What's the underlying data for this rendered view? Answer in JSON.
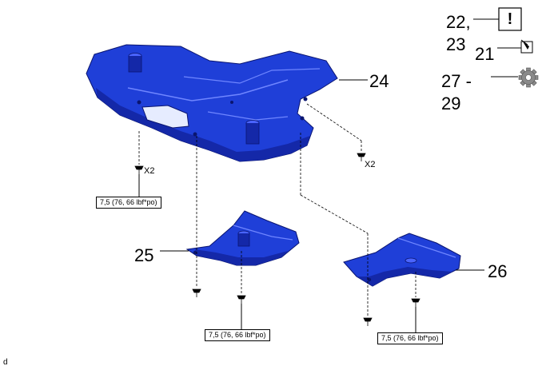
{
  "colors": {
    "part_fill": "#1f3fd8",
    "part_shade": "#1428a8",
    "part_dark": "#0a1570",
    "line": "#000000"
  },
  "callouts": {
    "label_22_23_a": "22,",
    "label_22_23_b": "23",
    "label_21": "21",
    "label_27_29_a": "27 -",
    "label_27_29_b": "29",
    "label_24": "24",
    "label_25": "25",
    "label_26": "26"
  },
  "icons": {
    "caution": "!",
    "caution_icon": "caution-icon",
    "grease_icon": "grease-icon",
    "gear_icon": "gear-icon"
  },
  "quantities": {
    "left_bolt": "X2",
    "right_bolt": "X2"
  },
  "torque": {
    "top": "7,5 (76, 66 lbf*po)",
    "middle": "7,5 (76, 66 lbf*po)",
    "right": "7,5 (76, 66 lbf*po)"
  },
  "footer": "d"
}
